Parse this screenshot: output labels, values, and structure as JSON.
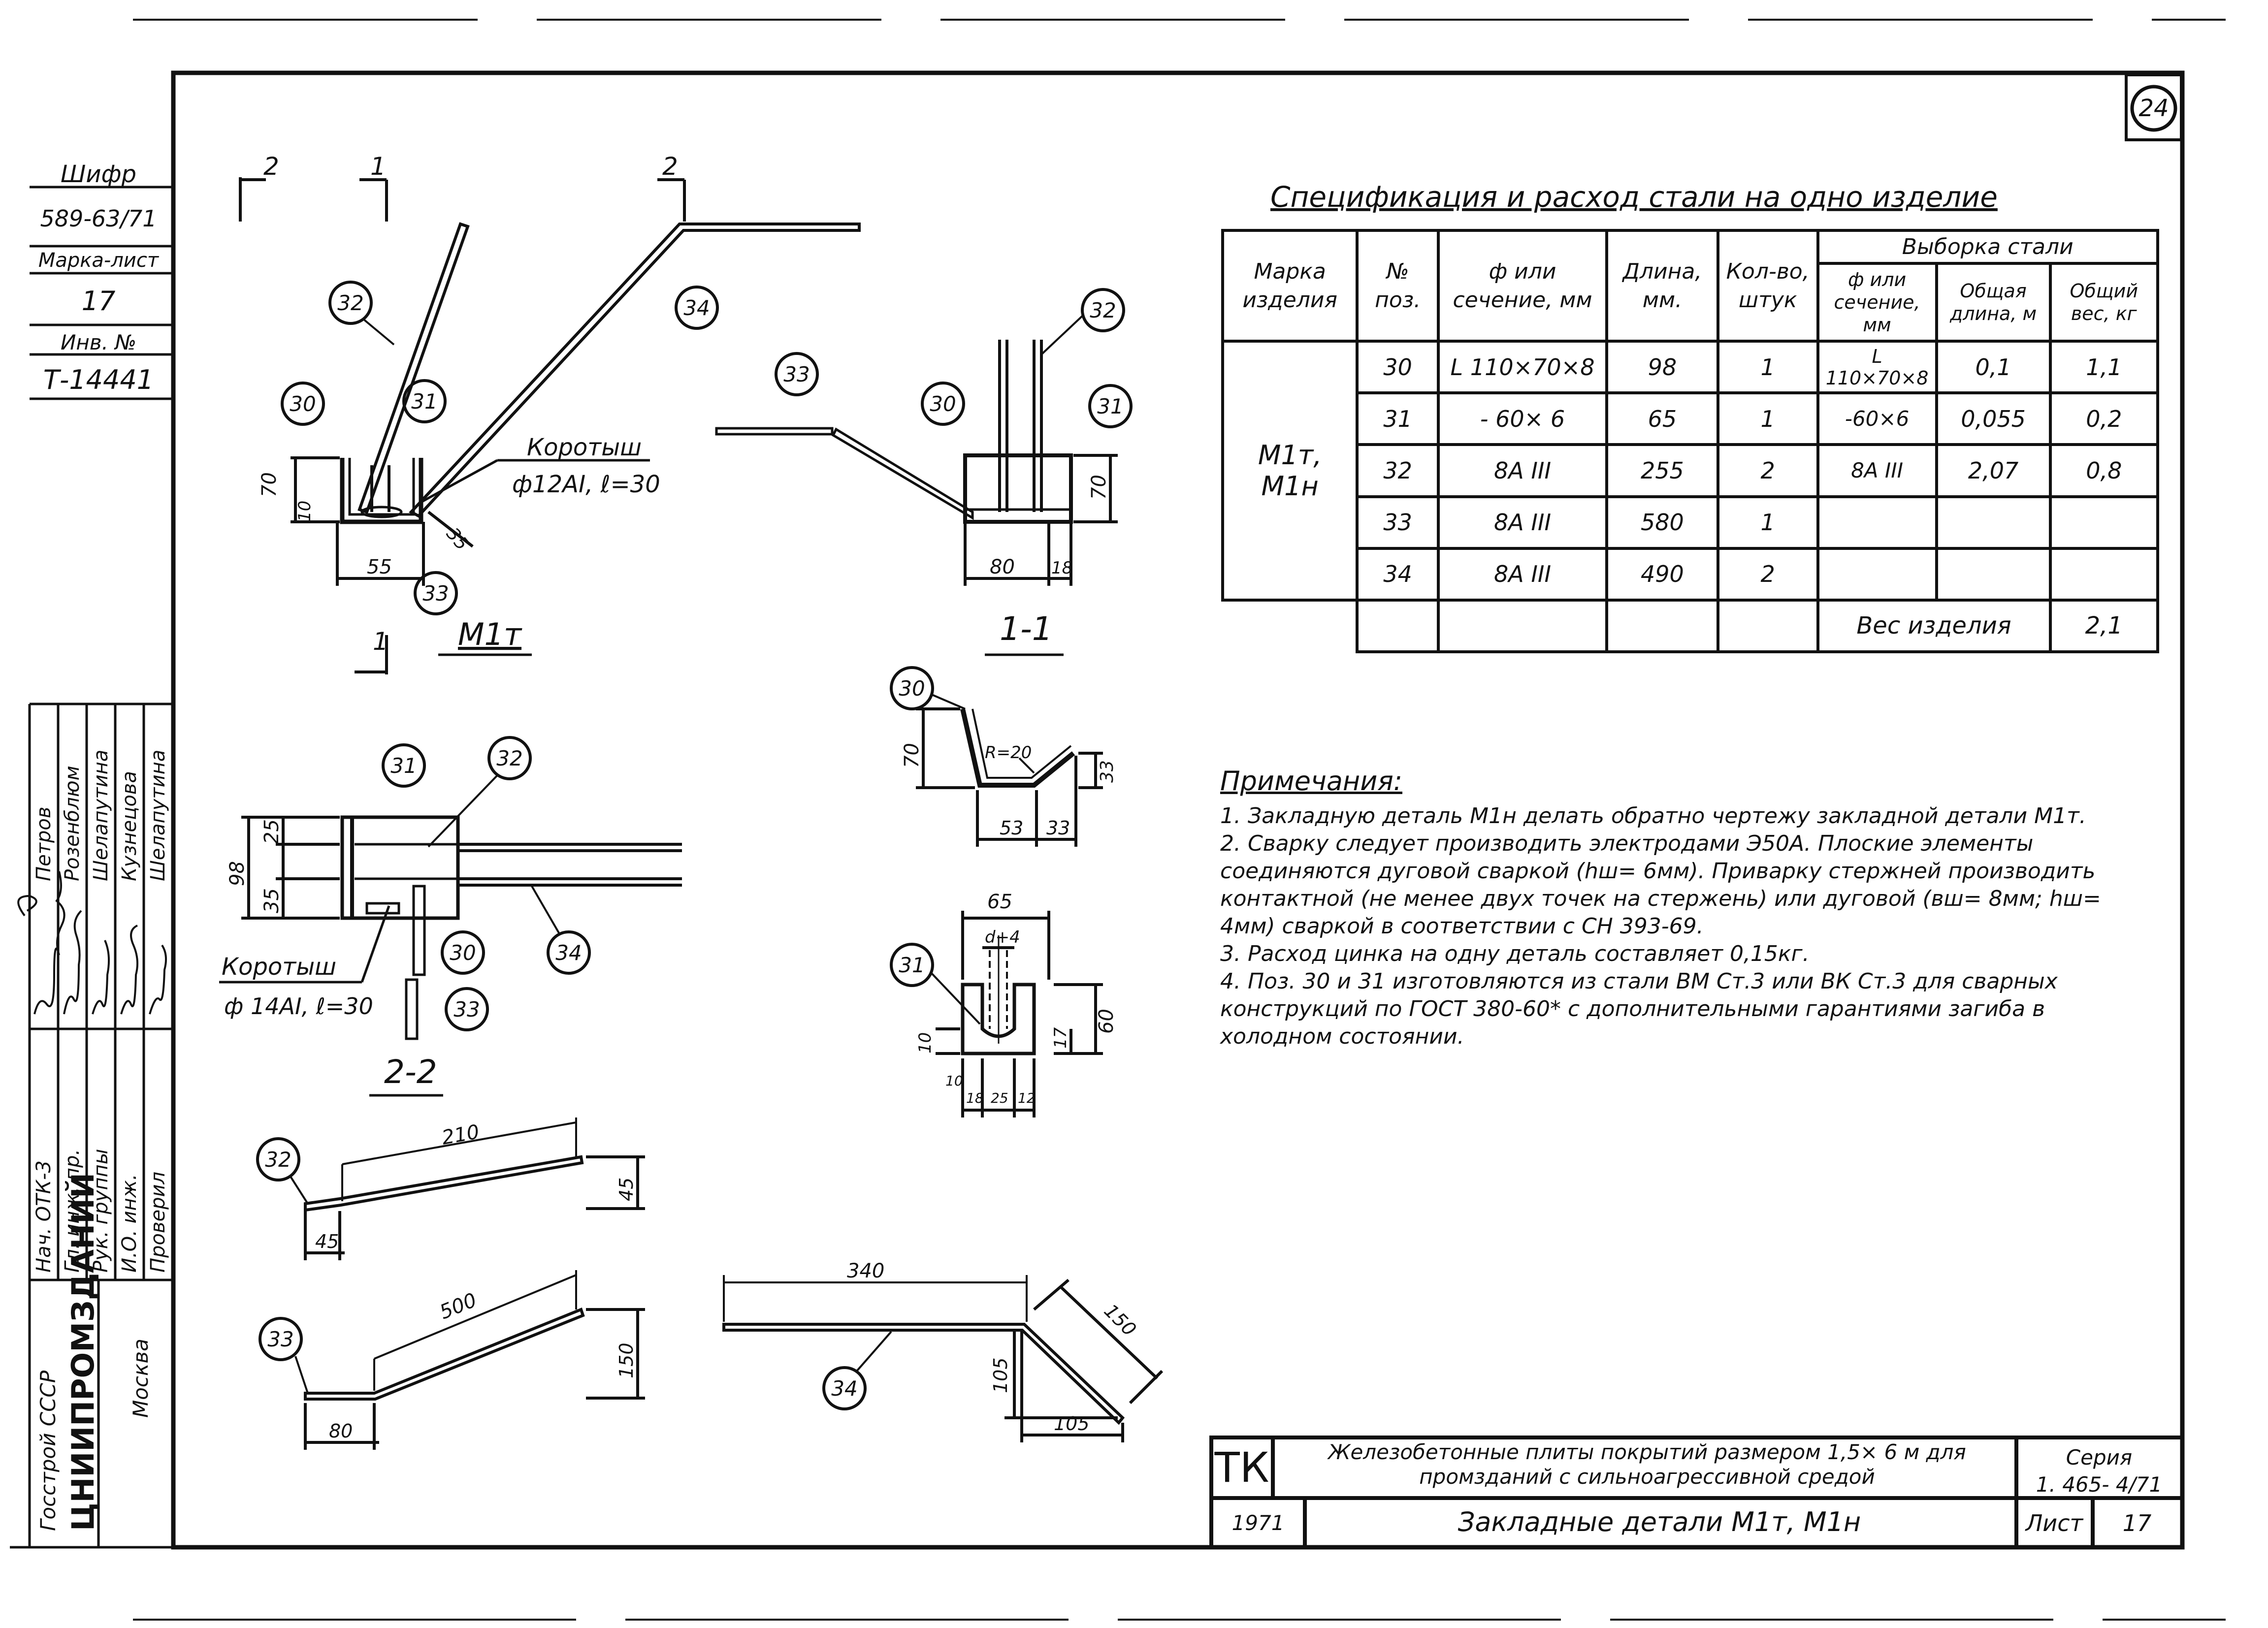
{
  "sheet_number_circle": "24",
  "stamp_top": {
    "code_label": "Шифр",
    "code_value": "589-63/71",
    "mark_label": "Марка-лист",
    "mark_value": "17",
    "inv_label": "Инв. №",
    "inv_value": "Т-14441"
  },
  "stamp_side": {
    "roles": [
      "Нач. ОТК-3",
      "Гл. инж. пр.",
      "Рук. группы",
      "И.О. инж.",
      "Проверил"
    ],
    "names": [
      "Петров",
      "Розенблюм",
      "Шелапутина",
      "Кузнецова",
      "Шелапутина"
    ],
    "org_1": "Госстрой СССР",
    "org_2": "ЦНИИПРОМЗДАНИЙ",
    "org_3": "Москва"
  },
  "spec": {
    "title": "Спецификация и расход стали на одно изделие",
    "headers": {
      "mark": "Марка изделия",
      "pos": "№ поз.",
      "section": "ф или сечение, мм",
      "length": "Длина, мм.",
      "qty": "Кол-во, штук",
      "sample": "Выборка стали",
      "sample_section": "ф или сечение, мм",
      "total_length": "Общая длина, м",
      "total_weight": "Общий вес, кг"
    },
    "mark_value": "М1т, М1н",
    "rows": [
      {
        "pos": "30",
        "section": "L 110×70×8",
        "length": "98",
        "qty": "1",
        "s_section": "L 110×70×8",
        "s_length": "0,1",
        "s_weight": "1,1"
      },
      {
        "pos": "31",
        "section": "- 60× 6",
        "length": "65",
        "qty": "1",
        "s_section": "-60×6",
        "s_length": "0,055",
        "s_weight": "0,2"
      },
      {
        "pos": "32",
        "section": "8А III",
        "length": "255",
        "qty": "2",
        "s_section": "8А III",
        "s_length": "2,07",
        "s_weight": "0,8"
      },
      {
        "pos": "33",
        "section": "8А III",
        "length": "580",
        "qty": "1",
        "s_section": "",
        "s_length": "",
        "s_weight": ""
      },
      {
        "pos": "34",
        "section": "8А III",
        "length": "490",
        "qty": "2",
        "s_section": "",
        "s_length": "",
        "s_weight": ""
      }
    ],
    "weight_label": "Вес изделия",
    "weight_value": "2,1"
  },
  "notes": {
    "title": "Примечания:",
    "items": [
      "1. Закладную деталь М1н делать обратно чертежу закладной детали М1т.",
      "2. Сварку следует производить электродами Э50А. Плоские элементы соединяются дуговой сваркой (hш= 6мм). Приварку стержней производить контактной (не менее двух точек на стержень) или дуговой (вш= 8мм; hш= 4мм) сваркой в соответствии с СН 393-69.",
      "3. Расход цинка на одну деталь составляет 0,15кг.",
      "4. Поз. 30 и 31 изготовляются из стали ВМ Ст.3 или ВК Ст.3 для сварных конструкций по ГОСТ 380-60* с дополнительными гарантиями загиба в холодном состоянии."
    ]
  },
  "title_block": {
    "tk": "ТК",
    "description": "Железобетонные плиты покрытий размером 1,5× 6 м для промзданий с сильноагрессивной средой",
    "series_label": "Серия",
    "series_value": "1. 465- 4/71",
    "year": "1971",
    "sheet_title": "Закладные детали М1т, М1н",
    "sheet_label": "Лист",
    "sheet_value": "17"
  },
  "drawing": {
    "view_m1t": "М1т",
    "view_11": "1-1",
    "view_22": "2-2",
    "section_mark_1": "1",
    "section_mark_2": "2",
    "korotysh_1": "Коротыш",
    "korotysh_1_spec": "ф12АI, ℓ=30",
    "korotysh_2": "Коротыш",
    "korotysh_2_spec": "ф 14АI, ℓ=30",
    "radius_label": "R=20",
    "pos_labels": [
      "30",
      "31",
      "32",
      "33",
      "34"
    ],
    "dims": {
      "m1t_70": "70",
      "m1t_10": "10",
      "m1t_55": "55",
      "m1t_35": "35",
      "s11_70": "70",
      "s11_80": "80",
      "s11_18": "18",
      "s22_98": "98",
      "s22_25": "25",
      "s22_35": "35",
      "p30_70": "70",
      "p30_33v": "33",
      "p30_53": "53",
      "p30_33": "33",
      "p31_65": "65",
      "p31_d4": "d+4",
      "p31_60": "60",
      "p31_17": "17",
      "p31_10": "10",
      "p31_b10": "10",
      "p31_b18": "18",
      "p31_b25": "25",
      "p31_b12": "12",
      "p32_210": "210",
      "p32_45v": "45",
      "p32_45": "45",
      "p33_500": "500",
      "p33_150": "150",
      "p33_80": "80",
      "p34_340": "340",
      "p34_150": "150",
      "p34_105v": "105",
      "p34_105": "105"
    }
  }
}
